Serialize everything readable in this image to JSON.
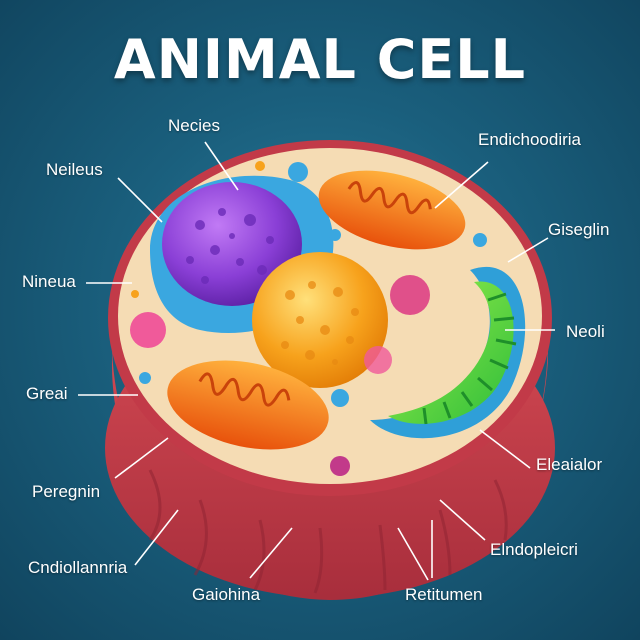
{
  "title": "ANIMAL CELL",
  "labels": {
    "necies": "Necies",
    "neileus": "Neileus",
    "nineua": "Nineua",
    "greai": "Greai",
    "peregnin": "Peregnin",
    "cndiollannria": "Cndiollannria",
    "gaiohina": "Gaiohina",
    "retitumen": "Retitumen",
    "endicho": "Endichoodiria",
    "giseglin": "Giseglin",
    "neoli": "Neoli",
    "eleaialor": "Eleaialor",
    "endopleicri": "Elndopleicri"
  },
  "colors": {
    "background": "#1a5f7d",
    "cytoplasm": "#f5dcb4",
    "membrane": "#d64b54",
    "nucleus": "#8a3fd6",
    "nucleus_envelope": "#3aa7e0",
    "nucleolus": "#f7a21c",
    "mitochondria": "#f57a12",
    "er_green": "#63d83a",
    "er_blue": "#2f9fd8",
    "vesicle_pink": "#f05a9a"
  }
}
